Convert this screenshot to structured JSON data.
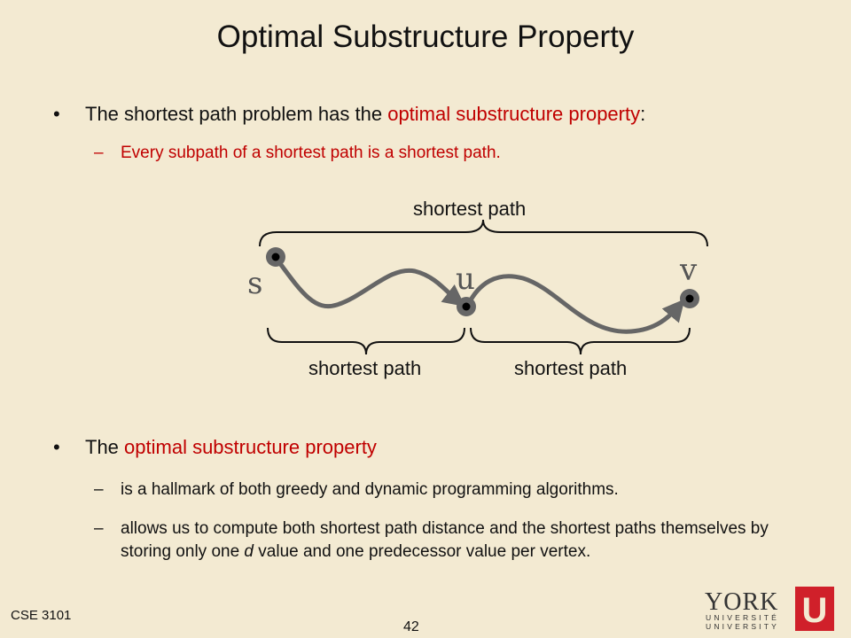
{
  "slide": {
    "title": "Optimal Substructure Property",
    "bullet1": {
      "pre": "The shortest path problem has the ",
      "highlight": "optimal substructure property",
      "post": ":",
      "sub": "Every subpath of a shortest path is a shortest path."
    },
    "diagram": {
      "top_label": "shortest path",
      "left_label": "shortest path",
      "right_label": "shortest path",
      "vertex_s": "s",
      "vertex_u": "u",
      "vertex_v": "v"
    },
    "bullet2": {
      "highlight": "optimal substructure property",
      "pre": "The ",
      "sub1": "is a hallmark of both greedy and dynamic programming algorithms.",
      "sub2_pre": "allows us to compute both shortest path distance and the shortest paths themselves by storing only one ",
      "sub2_italic": "d",
      "sub2_post": " value and one predecessor value per vertex."
    },
    "footer": {
      "course": "CSE 3101",
      "page_number": "42"
    },
    "logo": {
      "name": "YORK",
      "line1": "UNIVERSITÉ",
      "line2": "UNIVERSITY",
      "mark": "U"
    },
    "colors": {
      "background": "#f3ead2",
      "accent_red": "#c00000",
      "diagram_gray": "#666666"
    }
  }
}
